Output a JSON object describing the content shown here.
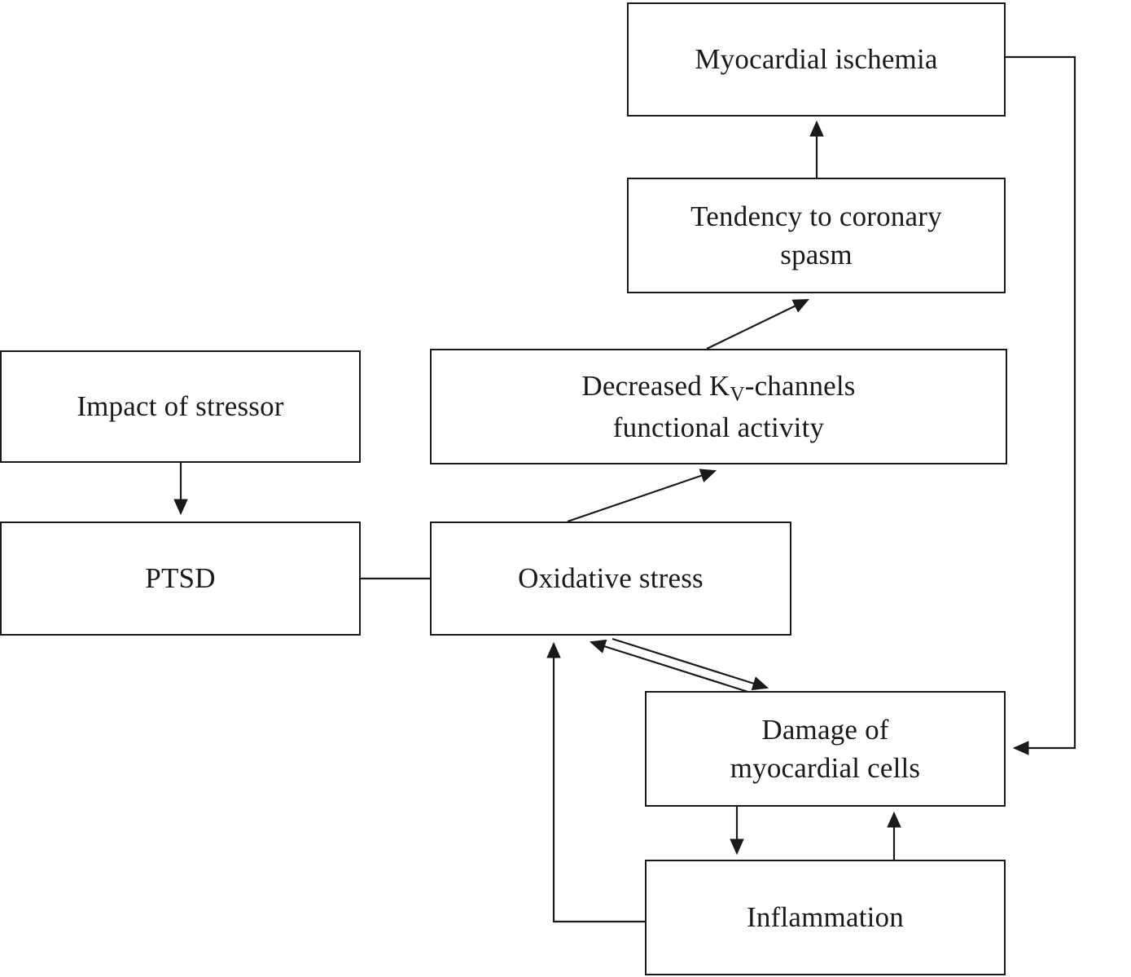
{
  "diagram": {
    "title": "",
    "colors": {
      "line": "#1a1a1a",
      "text": "#1a1a1a",
      "background": "#ffffff"
    },
    "nodes": {
      "myocardial_ischemia": {
        "label": "Myocardial ischemia"
      },
      "coronary_spasm": {
        "line1": "Tendency to coronary",
        "line2": "spasm"
      },
      "kv_channels": {
        "line1_pre": "Decreased K",
        "line1_sub": "V",
        "line1_post": "-channels",
        "line2": "functional activity"
      },
      "impact_of_stressor": {
        "label": "Impact of stressor"
      },
      "ptsd": {
        "label": "PTSD"
      },
      "oxidative_stress": {
        "label": "Oxidative stress"
      },
      "damage_myocardial": {
        "line1": "Damage of",
        "line2": "myocardial cells"
      },
      "inflammation": {
        "label": "Inflammation"
      }
    },
    "edges": [
      {
        "from": "impact_of_stressor",
        "to": "ptsd",
        "style": "arrow"
      },
      {
        "from": "ptsd",
        "to": "oxidative_stress",
        "style": "line"
      },
      {
        "from": "oxidative_stress",
        "to": "kv_channels",
        "style": "arrow"
      },
      {
        "from": "kv_channels",
        "to": "coronary_spasm",
        "style": "arrow"
      },
      {
        "from": "coronary_spasm",
        "to": "myocardial_ischemia",
        "style": "arrow"
      },
      {
        "from": "myocardial_ischemia",
        "to": "damage_myocardial",
        "style": "arrow-elbow"
      },
      {
        "from": "oxidative_stress",
        "to": "damage_myocardial",
        "style": "arrow"
      },
      {
        "from": "damage_myocardial",
        "to": "oxidative_stress",
        "style": "arrow"
      },
      {
        "from": "damage_myocardial",
        "to": "inflammation",
        "style": "arrow"
      },
      {
        "from": "inflammation",
        "to": "damage_myocardial",
        "style": "arrow"
      },
      {
        "from": "inflammation",
        "to": "oxidative_stress",
        "style": "arrow-elbow"
      }
    ]
  }
}
